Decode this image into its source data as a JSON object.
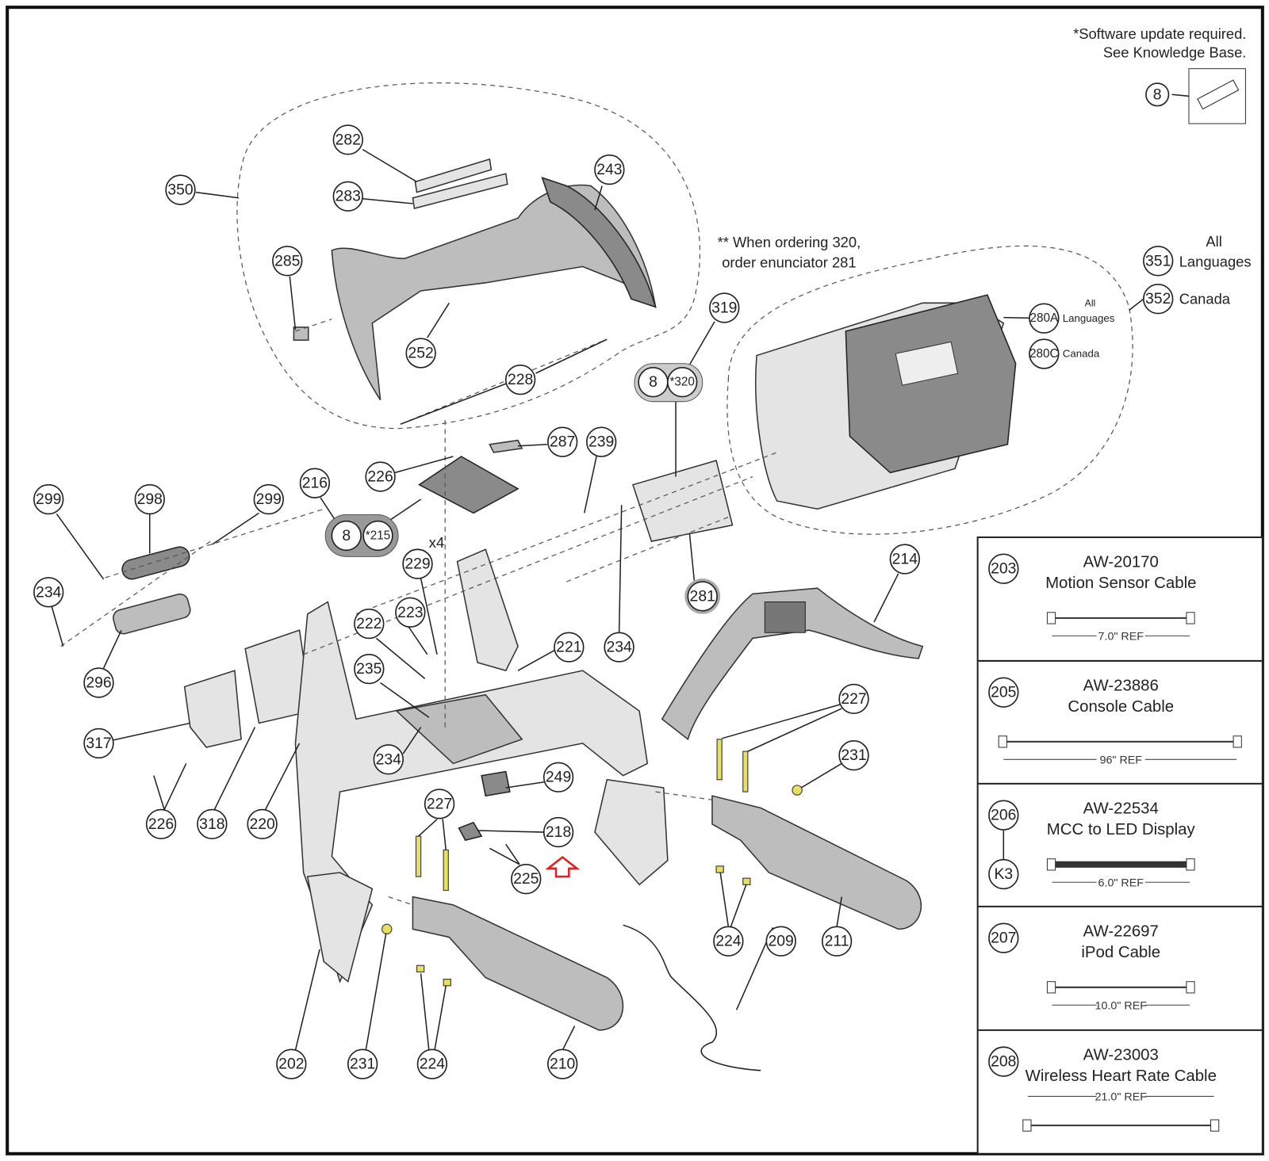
{
  "notes": {
    "software_line1": "*Software update required.",
    "software_line2": "See Knowledge Base.",
    "ordering_line1": "** When ordering 320,",
    "ordering_line2": "order enunciator 281",
    "x4": "x4",
    "all_languages_all": "All",
    "all_languages_lang": "Languages",
    "canada": "Canada",
    "small_all": "All",
    "small_languages": "Languages",
    "small_canada": "Canada"
  },
  "callouts": [
    "282",
    "283",
    "243",
    "350",
    "285",
    "252",
    "228",
    "319",
    "8",
    "*320",
    "287",
    "239",
    "226",
    "216",
    "8",
    "*215",
    "299",
    "298",
    "299",
    "229",
    "281",
    "214",
    "234",
    "223",
    "222",
    "221",
    "234",
    "296",
    "235",
    "227",
    "317",
    "234",
    "231",
    "249",
    "227",
    "226",
    "318",
    "220",
    "218",
    "225",
    "224",
    "209",
    "211",
    "202",
    "231",
    "224",
    "210",
    "8",
    "351",
    "352",
    "280A",
    "280C"
  ],
  "cable_table": [
    {
      "callout": "203",
      "part": "AW-20170",
      "name": "Motion Sensor Cable",
      "length": "7.0\" REF"
    },
    {
      "callout": "205",
      "part": "AW-23886",
      "name": "Console Cable",
      "length": "96\" REF"
    },
    {
      "callout": "206",
      "sub_callout": "K3",
      "part": "AW-22534",
      "name": "MCC to LED Display",
      "length": "6.0\" REF"
    },
    {
      "callout": "207",
      "part": "AW-22697",
      "name": "iPod Cable",
      "length": "10.0\" REF"
    },
    {
      "callout": "208",
      "part": "AW-23003",
      "name": "Wireless Heart Rate Cable",
      "length": "21.0\" REF"
    }
  ],
  "colors": {
    "highlight_arrow": "#e02020",
    "fastener": "#e8e060",
    "group_fill": "#e6e6e6"
  }
}
